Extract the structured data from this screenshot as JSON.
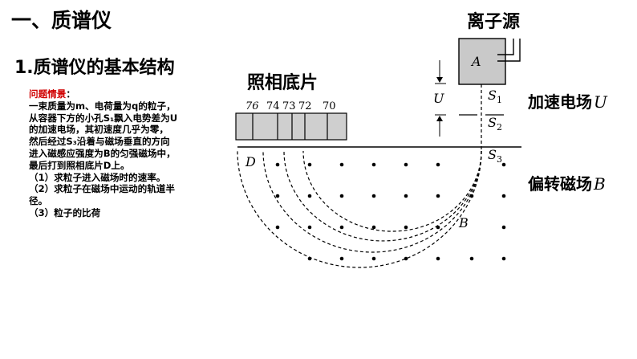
{
  "heading": "一、质谱仪",
  "subheading": "1.质谱仪的基本结构",
  "problem": {
    "label": "问题情景",
    "label_colon": "：",
    "lines": [
      "一束质量为m、电荷量为q的粒子，",
      "从容器下方的小孔S₁飘入电势差为U",
      "的加速电场，其初速度几乎为零，",
      "然后经过S₃沿着与磁场垂直的方向",
      "进入磁感应强度为B的匀强磁场中，",
      "最后打到照相底片D上。",
      "（1）求粒子进入磁场时的速率。",
      "（2）求粒子在磁场中运动的轨道半",
      "径。",
      "（3）粒子的比荷"
    ]
  },
  "diagram": {
    "film_label": "照相底片",
    "scale_labels": [
      "76",
      "74",
      "73",
      "72",
      "70"
    ],
    "ion_source_label": "离子源",
    "container_label": "A",
    "voltage_label": "U",
    "slit1_main": "S",
    "slit1_sub": "1",
    "slit2_main": "S",
    "slit2_sub": "2",
    "slit3_main": "S",
    "slit3_sub": "3",
    "field_e_label": "加速电场",
    "field_e_symbol": "U",
    "field_b_label": "偏转磁场",
    "field_b_symbol": "B",
    "point_d": "D",
    "point_b": "B"
  }
}
